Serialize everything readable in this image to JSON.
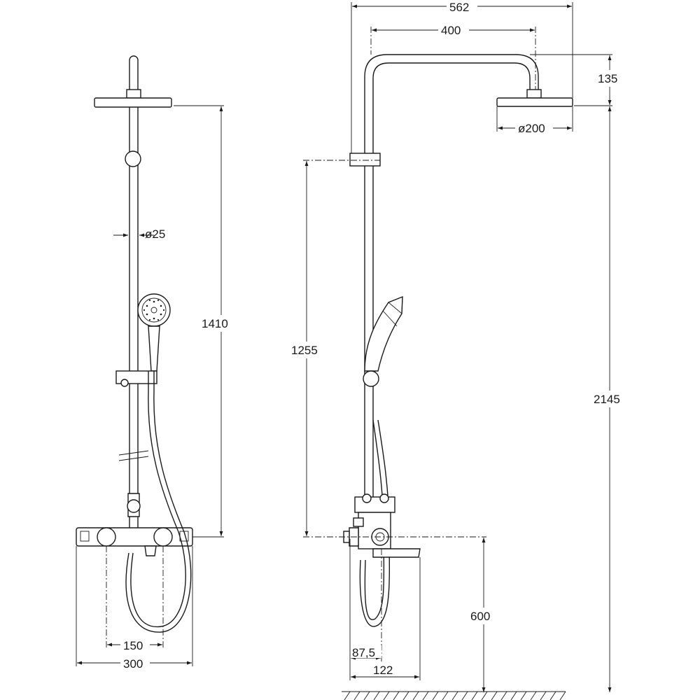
{
  "dimensions": {
    "overall_width": "562",
    "arm_reach": "400",
    "head_drop": "135",
    "head_diameter": "ø200",
    "overall_height": "2145",
    "mixer_to_head": "1410",
    "bar_diameter": "ø25",
    "mixer_to_bracket": "1255",
    "mixer_height": "600",
    "inlet_centers": "150",
    "mixer_width": "300",
    "wall_to_bar": "87,5",
    "wall_to_spout": "122"
  }
}
